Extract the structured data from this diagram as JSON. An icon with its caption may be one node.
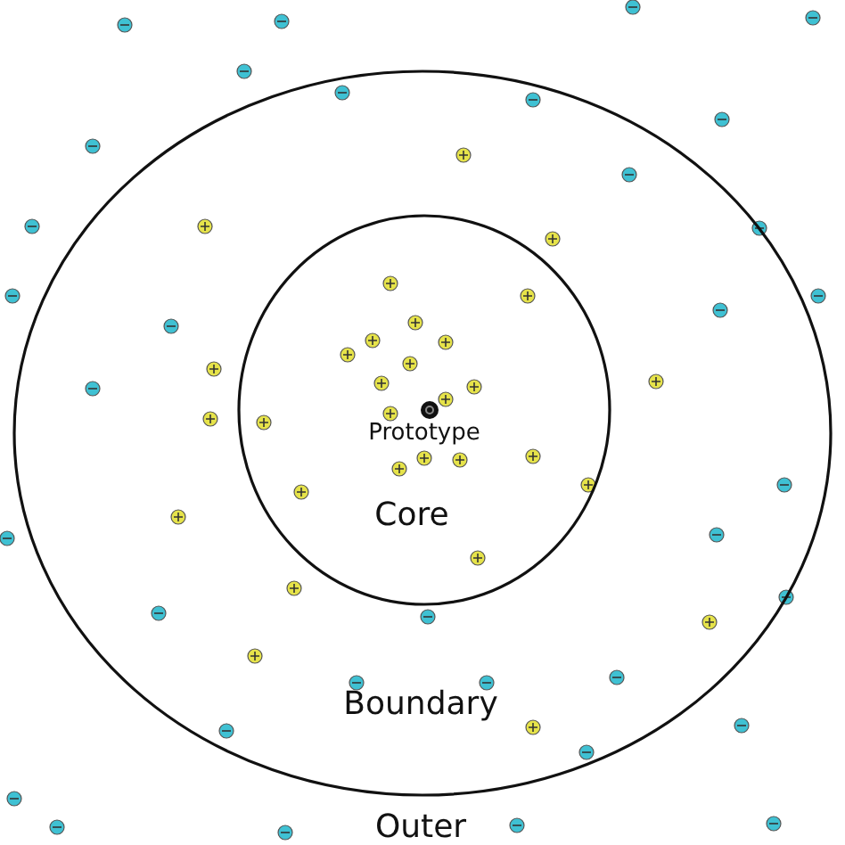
{
  "diagram": {
    "nodes": [
      {
        "text": [
          "Boundary"
        ]
      },
      {
        "text": [
          "Core"
        ],
        "in": 0
      },
      {
        "text": [
          "Prototype"
        ],
        "in": 1
      }
    ],
    "edges": [],
    "labels": [
      "Outer"
    ]
  }
}
